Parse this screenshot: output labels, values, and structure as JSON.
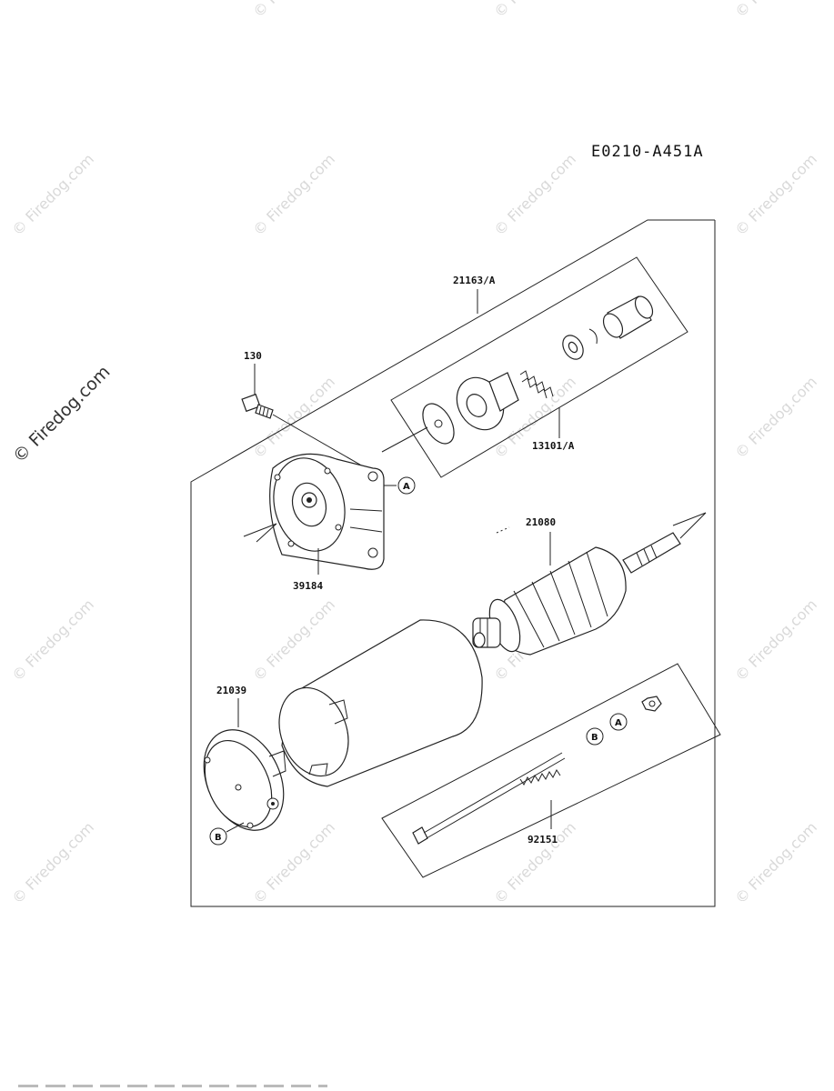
{
  "diagram_code": "E0210-A451A",
  "parts": {
    "p21163": "21163/A",
    "p130": "130",
    "p13101": "13101/A",
    "p39184": "39184",
    "p21080": "21080",
    "p21039": "21039",
    "p92151": "92151"
  },
  "callouts": {
    "a": "A",
    "b": "B"
  },
  "watermark": "© Firedog.com"
}
